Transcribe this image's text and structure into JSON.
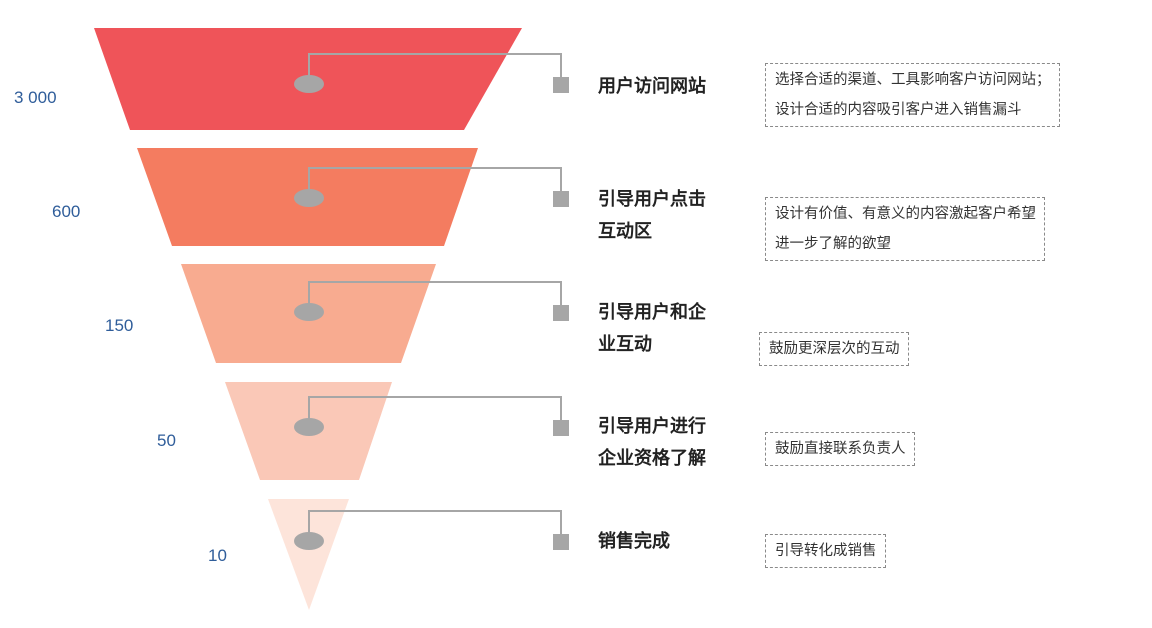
{
  "colors": {
    "connector": "#a6a6a6",
    "count_text": "#2f5d9a",
    "stage_text": "#222222",
    "desc_border": "#8a8a8a"
  },
  "stages": [
    {
      "count": "3 000",
      "label_lines": [
        "用户访问网站"
      ],
      "desc_lines": [
        "选择合适的渠道、工具影响客户访问网站；",
        "设计合适的内容吸引客户进入销售漏斗"
      ],
      "color": "#ef5459"
    },
    {
      "count": "600",
      "label_lines": [
        "引导用户点击",
        "互动区"
      ],
      "desc_lines": [
        "设计有价值、有意义的内容激起客户希望",
        "进一步了解的欲望"
      ],
      "color": "#f47c60"
    },
    {
      "count": "150",
      "label_lines": [
        "引导用户和企",
        "业互动"
      ],
      "desc_lines": [
        "鼓励更深层次的互动"
      ],
      "color": "#f8ab90"
    },
    {
      "count": "50",
      "label_lines": [
        "引导用户进行",
        "企业资格了解"
      ],
      "desc_lines": [
        "鼓励直接联系负责人"
      ],
      "color": "#fac8b7"
    },
    {
      "count": "10",
      "label_lines": [
        "销售完成"
      ],
      "desc_lines": [
        "引导转化成销售"
      ],
      "color": "#fde4da"
    }
  ]
}
